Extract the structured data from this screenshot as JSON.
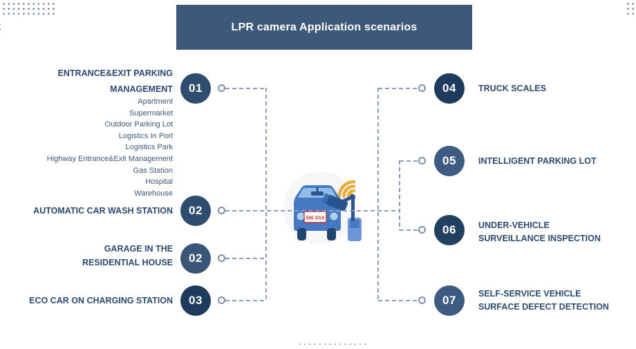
{
  "title_bar": {
    "text": "LPR camera Application scenarios"
  },
  "left_items": [
    {
      "number": "01",
      "line1": "ENTRANCE&EXIT PARKING",
      "line2": "MANAGEMENT",
      "sub_items": [
        "Apartment",
        "Supermarket",
        "Outdoor Parking Lot",
        "Logistics In Port",
        "Logistics Park",
        "Highway Entrance&Exit Management",
        "Gas Station",
        "Hospital",
        "Warehouse"
      ]
    },
    {
      "number": "02",
      "line1": "AUTOMATIC CAR WASH STATION",
      "line2": ""
    },
    {
      "number": "02",
      "line1": "GARAGE IN THE",
      "line2": "RESIDENTIAL HOUSE"
    },
    {
      "number": "03",
      "line1": "ECO CAR ON CHARGING STATION",
      "line2": ""
    }
  ],
  "right_items": [
    {
      "number": "04",
      "line1": "TRUCK SCALES",
      "line2": ""
    },
    {
      "number": "05",
      "line1": "INTELLIGENT PARKING LOT",
      "line2": ""
    },
    {
      "number": "06",
      "line1": "UNDER-VEHICLE",
      "line2": "SURVEILLANCE INSPECTION"
    },
    {
      "number": "07",
      "line1": "SELF-SERVICE VEHICLE",
      "line2": "SURFACE DEFECT DETECTION"
    }
  ],
  "car": {
    "license_plate": "586 SGX"
  },
  "icons": {
    "car": "car-icon",
    "camera": "lpr-camera-icon",
    "wifi": "wifi-icon"
  },
  "colors": {
    "title_bar": "#3E5879",
    "heading_text": "#2C4A6E",
    "sub_text": "#3E5878",
    "connector": "#8D9CB8",
    "circle_dark": "#1E3A5C",
    "circle_medium": "#2F4D6E",
    "circle_light": "#3E5C82",
    "wifi_orange": "#ECAC3D",
    "car_blue": "#4679C2",
    "plate_red": "#C0392B"
  }
}
